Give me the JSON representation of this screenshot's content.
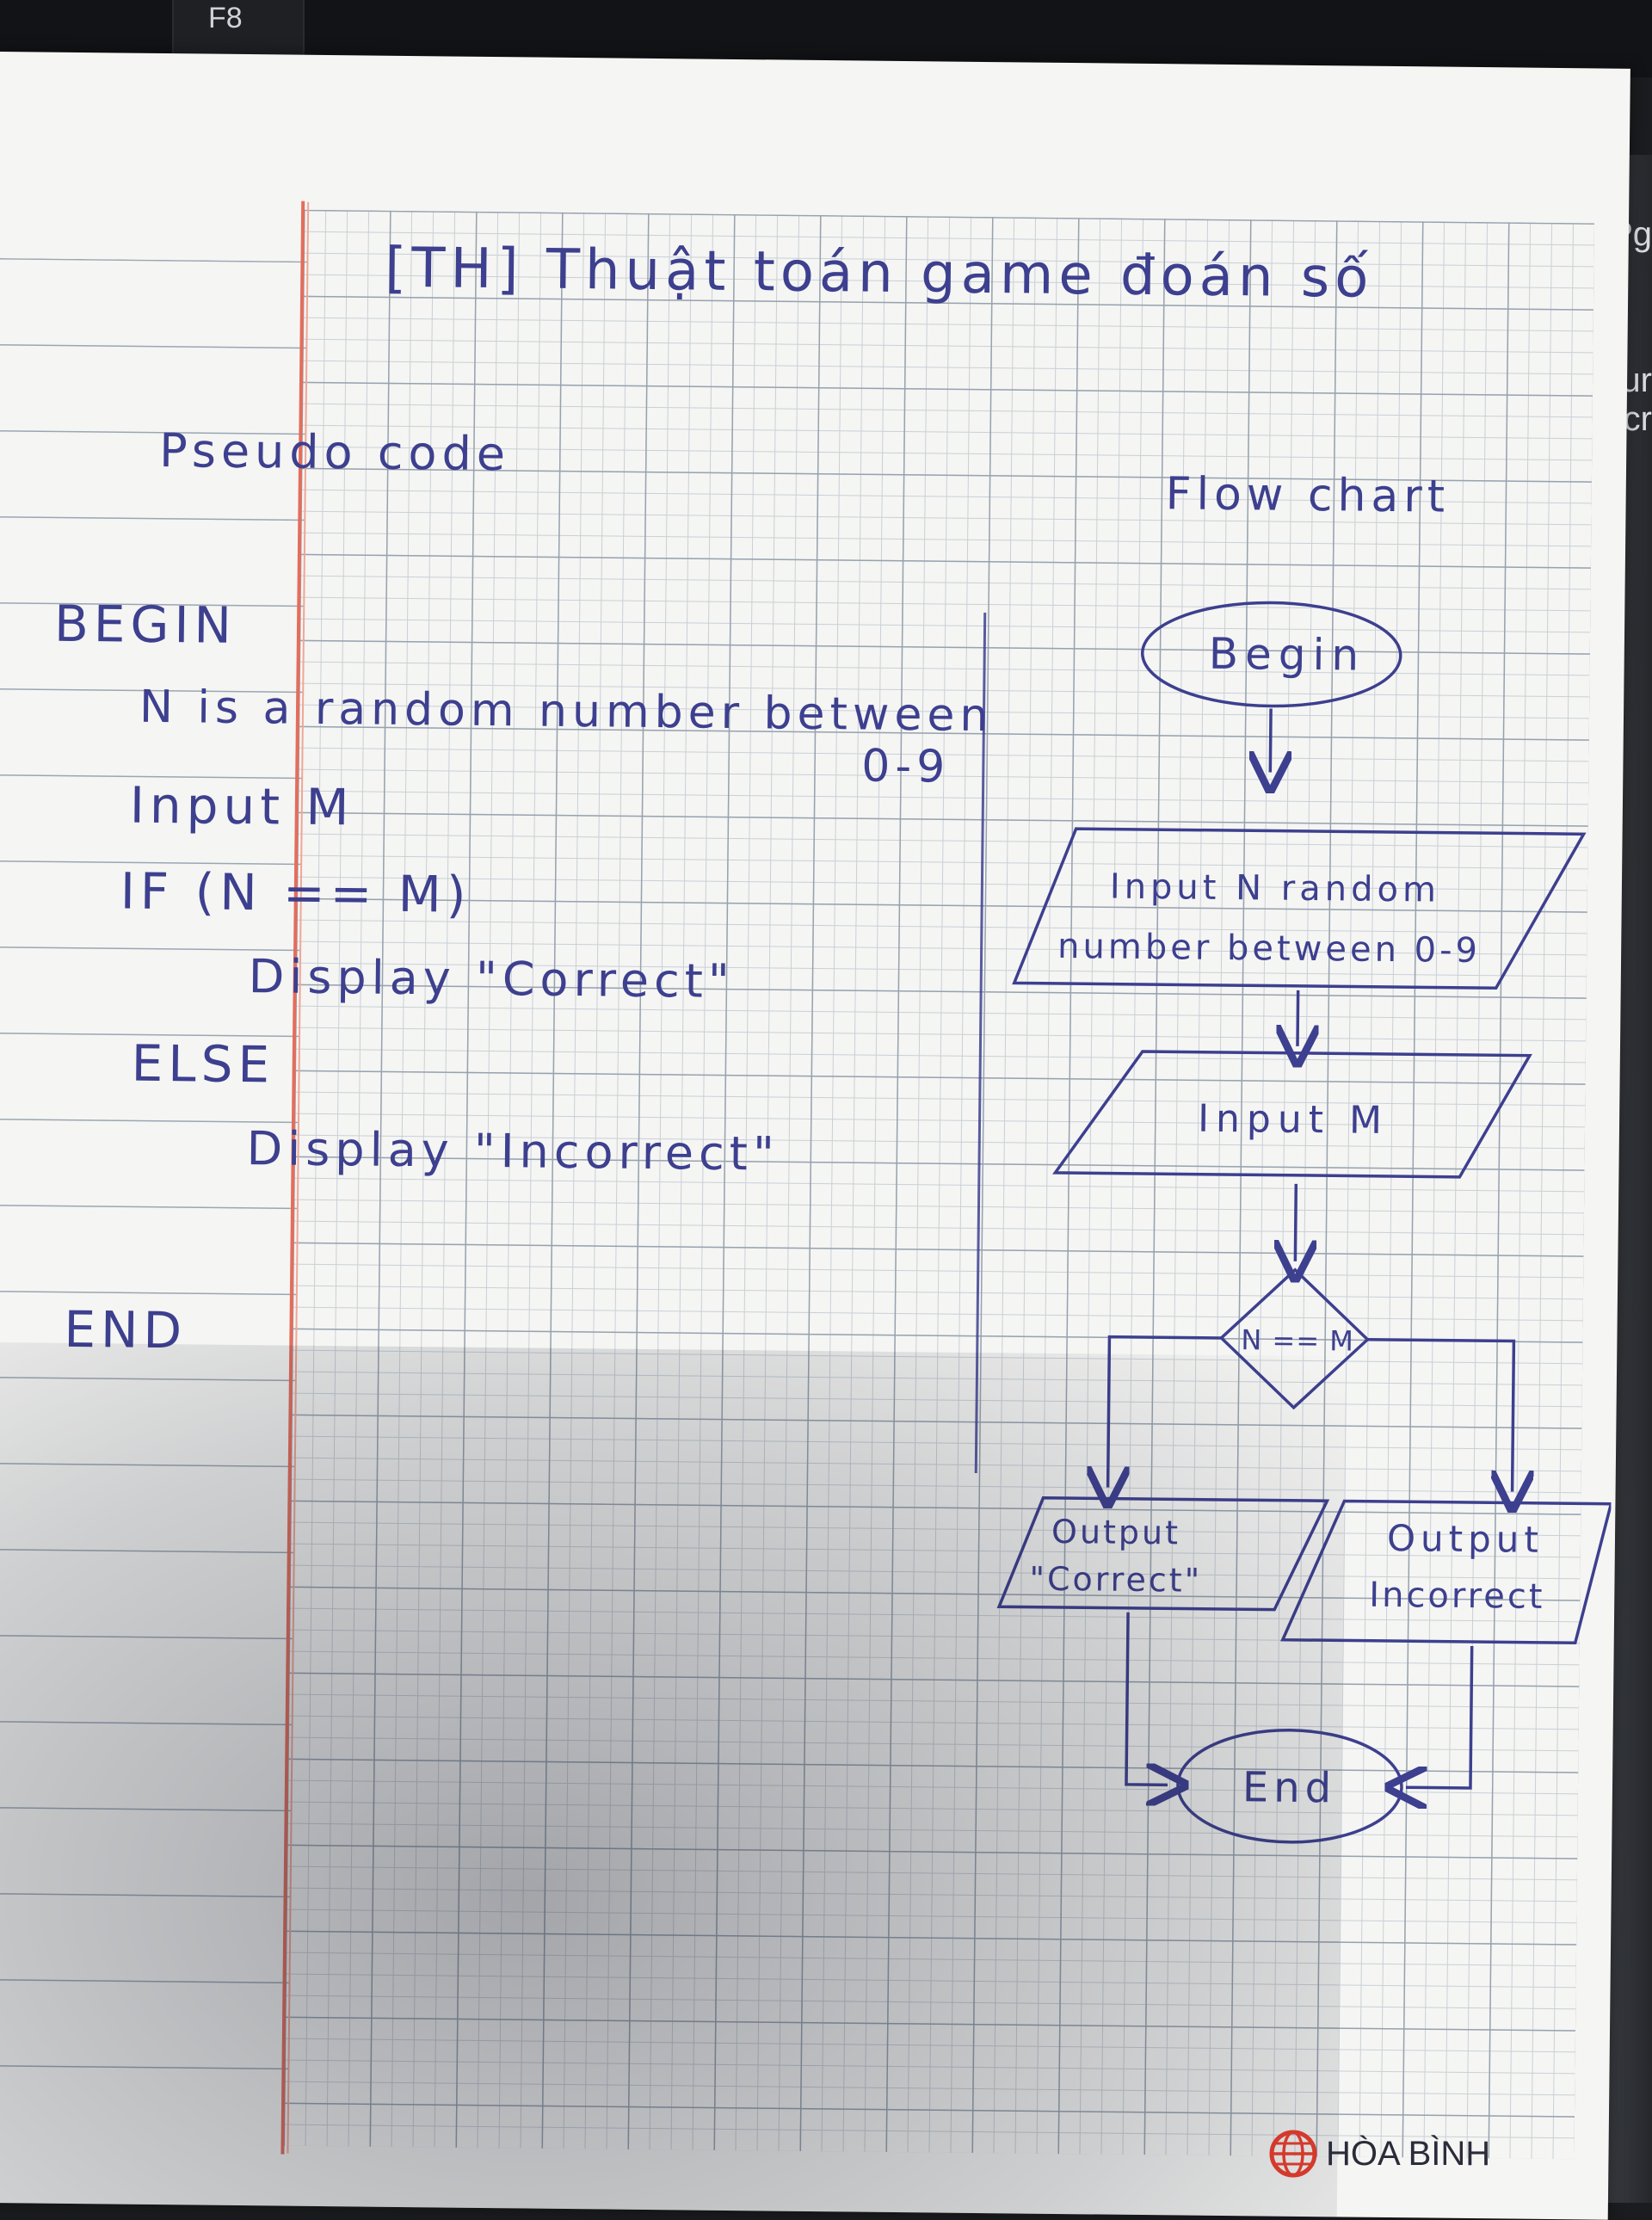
{
  "keyboard": {
    "key_label": "F8"
  },
  "edge_text": [
    "Pg",
    "ur",
    "cr"
  ],
  "notebook": {
    "title": "[TH] Thuật toán game đoán số",
    "brand": "HÒA BÌNH"
  },
  "pseudocode": {
    "heading": "Pseudo code",
    "lines": [
      "BEGIN",
      "N is a random number between",
      "0-9",
      "Input M",
      "IF (N == M)",
      "Display \"Correct\"",
      "ELSE",
      "Display \"Incorrect\"",
      "END"
    ]
  },
  "flowchart": {
    "heading": "Flow chart",
    "begin": "Begin",
    "input1_line1": "Input N random",
    "input1_line2": "number between 0-9",
    "input2": "Input M",
    "decision": "N == M",
    "output_left_line1": "Output",
    "output_left_line2": "\"Correct\"",
    "output_right_line1": "Output",
    "output_right_line2": "Incorrect",
    "end": "End"
  },
  "colors": {
    "ink": "#3d3f8f",
    "margin_line": "#e46d5c",
    "logo_red": "#d43a2c"
  }
}
